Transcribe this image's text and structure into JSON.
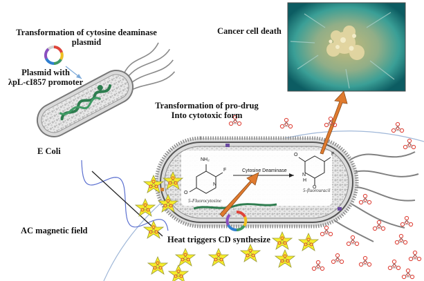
{
  "labels": {
    "transformation_line1": "Transformation of cytosine deaminase",
    "transformation_line2": "plasmid",
    "plasmid_line1": "Plasmid with",
    "plasmid_line2": "λpL-cI857 promoter",
    "ecoli": "E Coli",
    "cancer_death": "Cancer cell death",
    "prodrug_line1": "Transformation of pro-drug",
    "prodrug_line2": "Into cytotoxic form",
    "ac_field": "AC magnetic field",
    "heat": "Heat triggers CD synthesize"
  },
  "chemistry": {
    "enzyme": "Cytosine Deaminase",
    "prodrug": "5-Fluorocytosine",
    "product": "5-fluorouracil",
    "nh2": "NH₂",
    "f": "F",
    "o": "O",
    "n": "N",
    "h": "H"
  },
  "colors": {
    "arrow_orange": "#e07b2f",
    "star_yellow": "#f5ee2a",
    "nanoparticle_red": "#e0443a",
    "field_wave": "#5a6fd0",
    "bacterium_grey": "#cfcfcf",
    "dna_green": "#2e7d4f"
  }
}
